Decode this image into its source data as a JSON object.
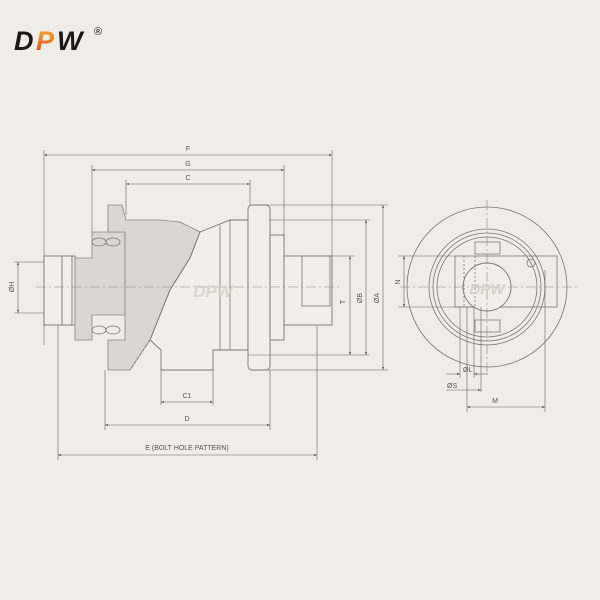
{
  "brand": {
    "logo_text": "DPW",
    "registered_mark": "®",
    "watermark": "DPW",
    "colors": {
      "dark": "#1a1a1a",
      "orange": "#f29a1f",
      "red": "#e0401c"
    }
  },
  "drawing": {
    "side_view_labels": {
      "F": "F",
      "G": "G",
      "C": "C",
      "H": "ØH",
      "T": "T",
      "B": "ØB",
      "A": "ØA",
      "C1": "C1",
      "D": "D",
      "E": "E (BOLT HOLE PATTERN)"
    },
    "end_view_labels": {
      "N": "N",
      "L": "ØL",
      "S": "ØS",
      "M": "M"
    }
  }
}
